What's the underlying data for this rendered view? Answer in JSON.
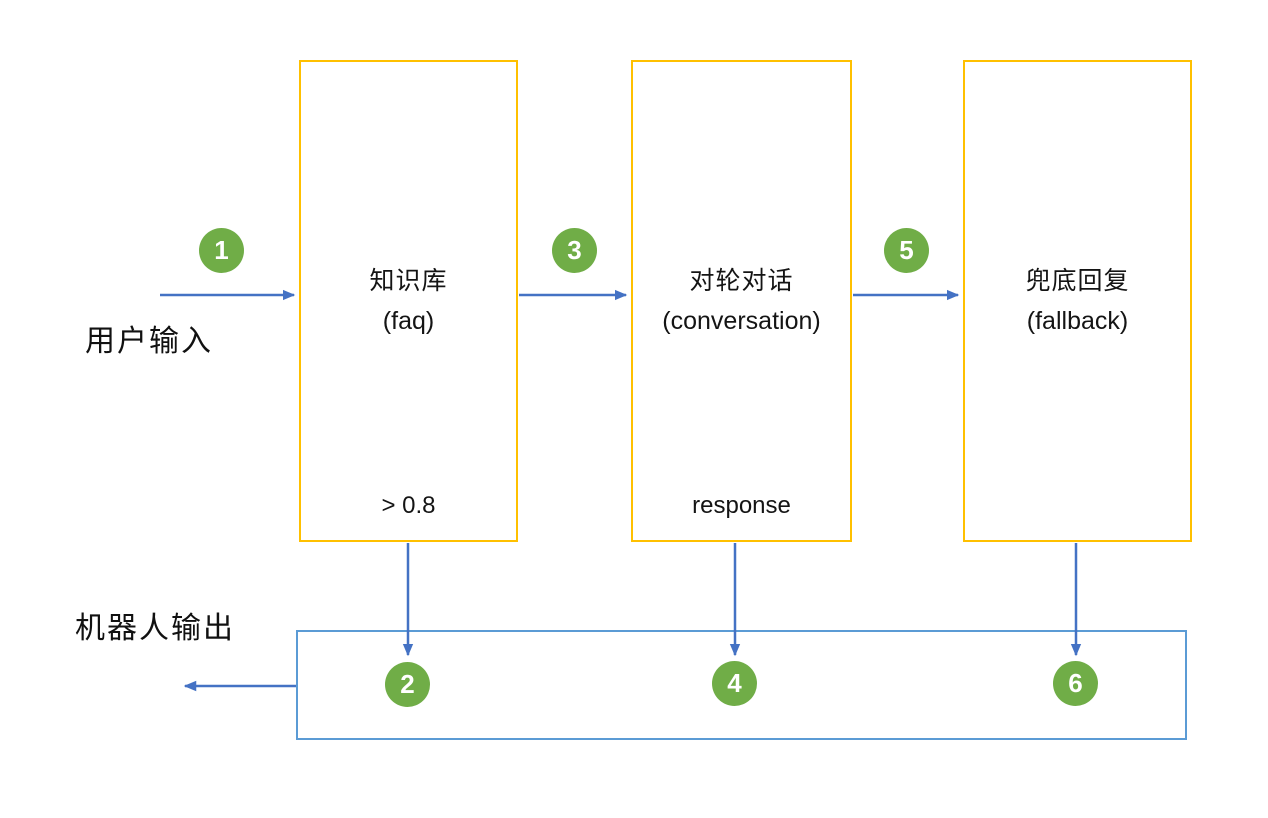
{
  "diagram": {
    "input_label": "用户输入",
    "output_label": "机器人输出",
    "boxes": [
      {
        "title": "知识库",
        "subtitle": "(faq)",
        "footer": "> 0.8"
      },
      {
        "title": "对轮对话",
        "subtitle": "(conversation)",
        "footer": "response"
      },
      {
        "title": "兜底回复",
        "subtitle": "(fallback)"
      }
    ],
    "steps": [
      "1",
      "2",
      "3",
      "4",
      "5",
      "6"
    ],
    "colors": {
      "box_border": "#FFC000",
      "arrow": "#4472C4",
      "output_box_border": "#5B9BD5",
      "step_circle": "#70AD47",
      "step_number": "#FFFFFF",
      "text": "#111111",
      "background": "#FFFFFF"
    }
  }
}
